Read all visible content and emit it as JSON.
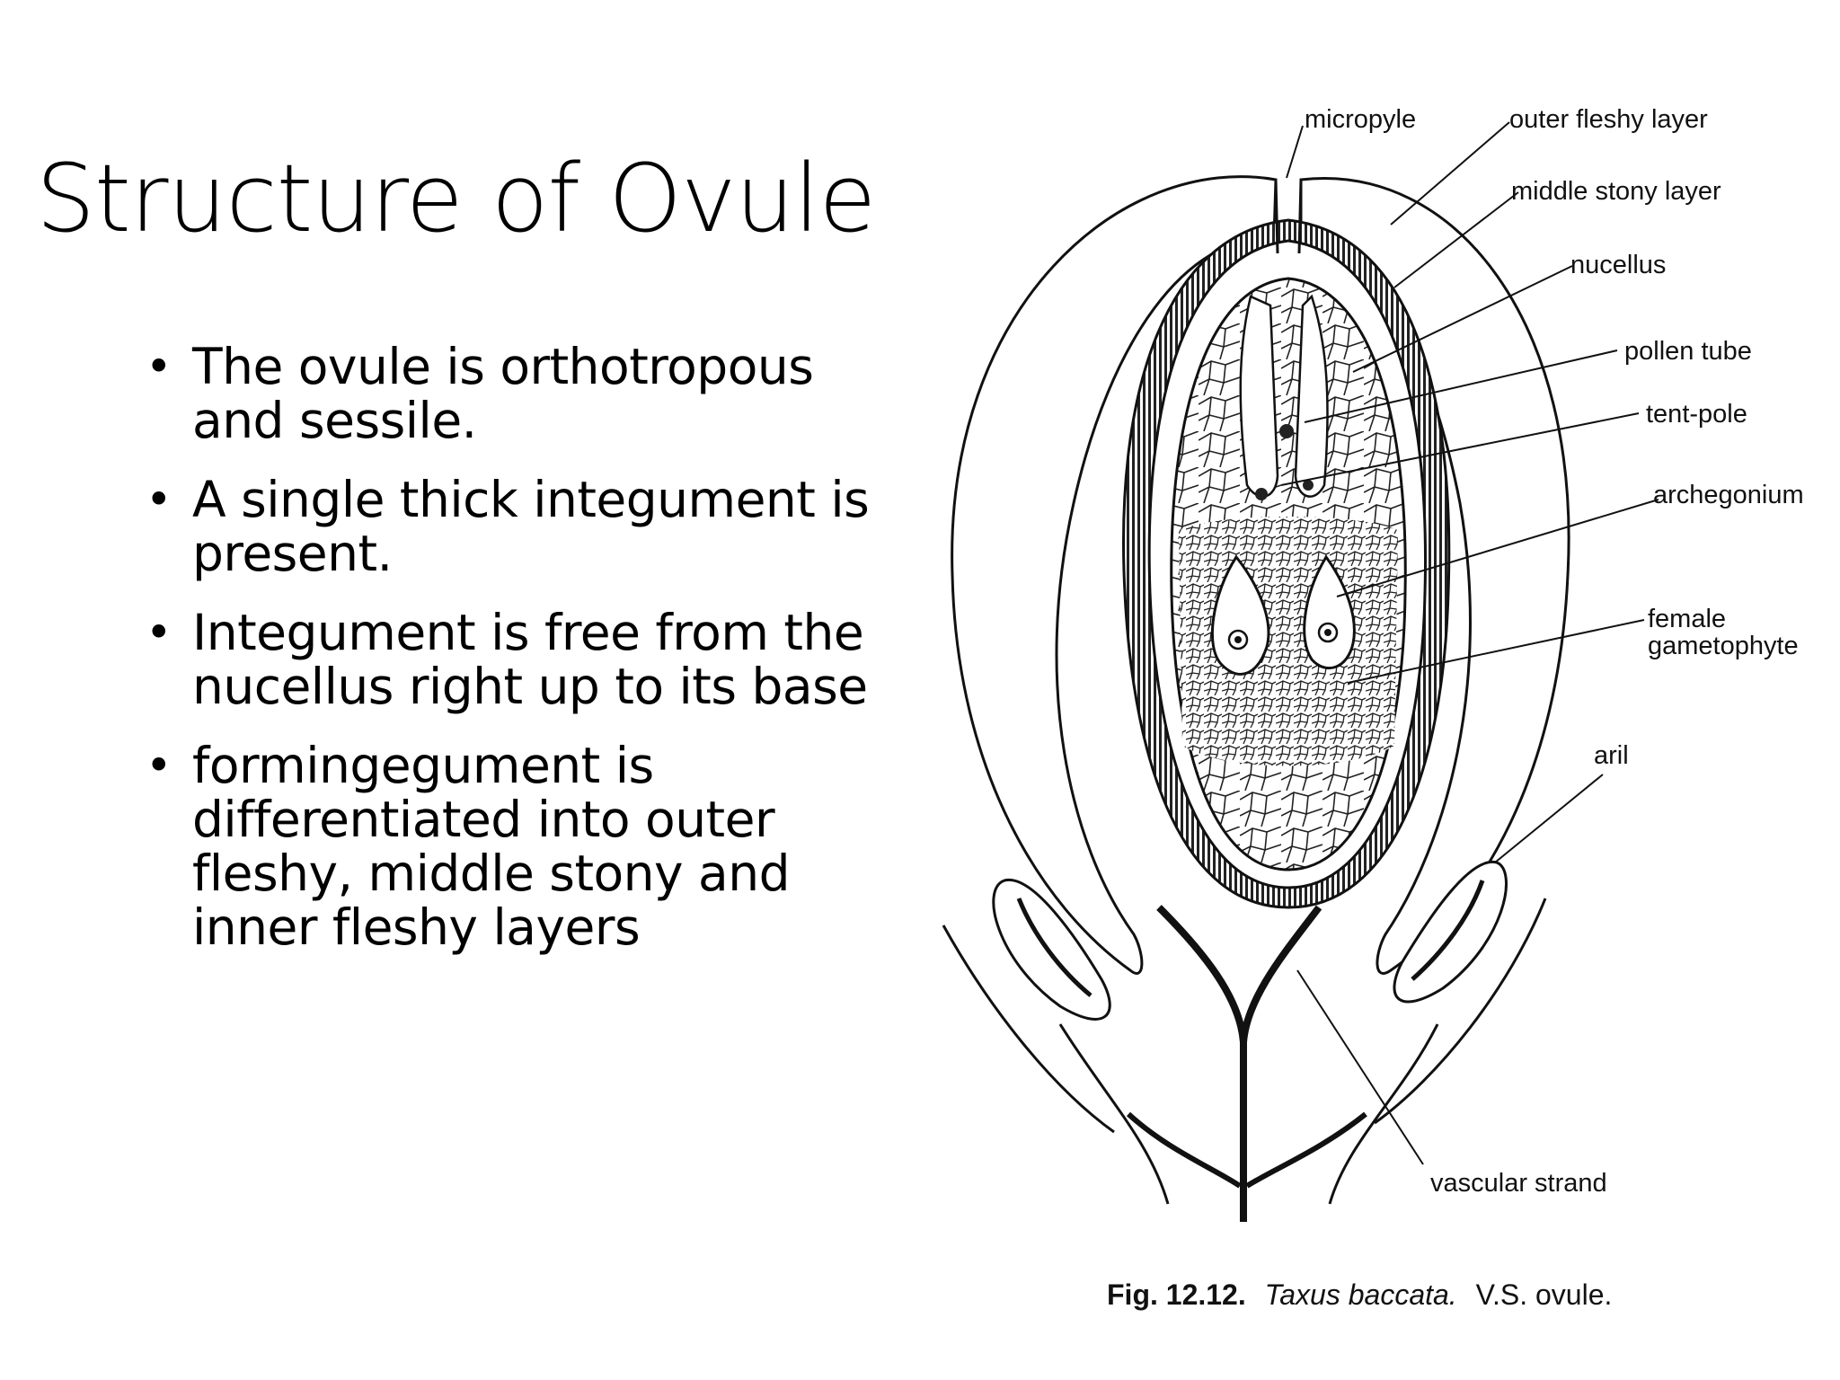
{
  "slide": {
    "title": "Structure of Ovule",
    "bullets": [
      "The ovule is orthotropous and sessile.",
      " A single thick integument is present.",
      "Integument is free from the nucellus right up to its base",
      "formingegument is differentiated into outer fleshy, middle stony and inner fleshy layers"
    ]
  },
  "figure": {
    "labels": {
      "micropyle": "micropyle",
      "outer_fleshy_layer": "outer fleshy layer",
      "middle_stony_layer": "middle stony layer",
      "nucellus": "nucellus",
      "pollen_tube": "pollen tube",
      "tent_pole": "tent-pole",
      "archegonium": "archegonium",
      "female_line1": "female",
      "female_line2": "gametophyte",
      "aril": "aril",
      "vascular_strand": "vascular strand"
    },
    "caption": {
      "fig_no": "Fig. 12.12.",
      "species": "Taxus baccata.",
      "rest": "V.S. ovule."
    }
  }
}
